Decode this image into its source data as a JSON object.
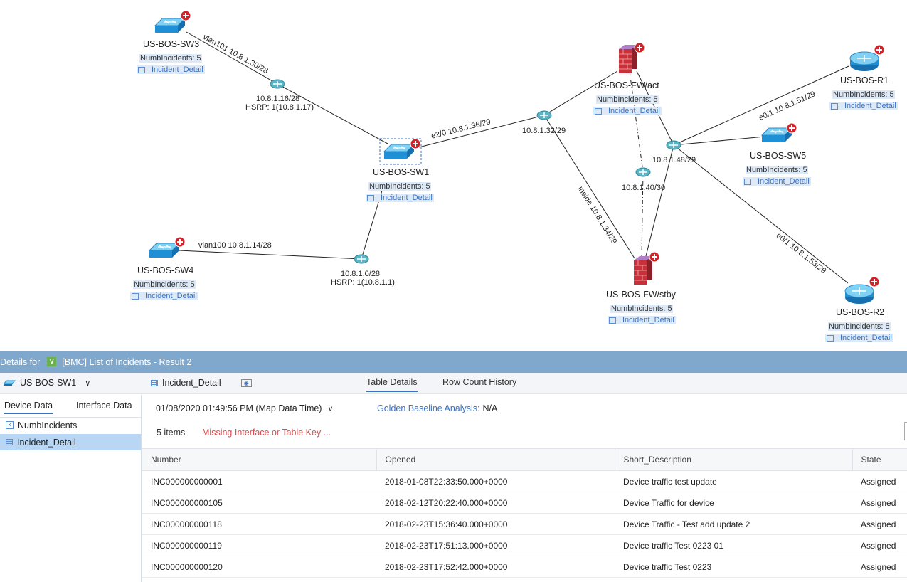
{
  "map": {
    "devices": [
      {
        "id": "sw3",
        "name": "US-BOS-SW3",
        "metric": "NumbIncidents: 5",
        "link": "Incident_Detail",
        "type": "switch"
      },
      {
        "id": "sw1",
        "name": "US-BOS-SW1",
        "metric": "NumbIncidents: 5",
        "link": "Incident_Detail",
        "type": "switch"
      },
      {
        "id": "sw4",
        "name": "US-BOS-SW4",
        "metric": "NumbIncidents: 5",
        "link": "Incident_Detail",
        "type": "switch"
      },
      {
        "id": "fwact",
        "name": "US-BOS-FW/act",
        "metric": "NumbIncidents: 5",
        "link": "Incident_Detail",
        "type": "firewall"
      },
      {
        "id": "fwstby",
        "name": "US-BOS-FW/stby",
        "metric": "NumbIncidents: 5",
        "link": "Incident_Detail",
        "type": "firewall"
      },
      {
        "id": "r1",
        "name": "US-BOS-R1",
        "metric": "NumbIncidents: 5",
        "link": "Incident_Detail",
        "type": "router"
      },
      {
        "id": "sw5",
        "name": "US-BOS-SW5",
        "metric": "NumbIncidents: 5",
        "link": "Incident_Detail",
        "type": "switch"
      },
      {
        "id": "r2",
        "name": "US-BOS-R2",
        "metric": "NumbIncidents: 5",
        "link": "Incident_Detail",
        "type": "router"
      }
    ],
    "labels": {
      "l_sw3": "vlan101 10.8.1.30/28",
      "l_sw4": "vlan100 10.8.1.14/28",
      "l_e20": "e2/0 10.8.1.36/29",
      "l_inside": "inside 10.8.1.34/29",
      "l_e01a": "e0/1 10.8.1.51/29",
      "l_e01b": "e0/1 10.8.1.53/29",
      "h1_a": "10.8.1.16/28",
      "h1_b": "HSRP: 1(10.8.1.17)",
      "h2_a": "10.8.1.0/28",
      "h2_b": "HSRP: 1(10.8.1.1)",
      "s32": "10.8.1.32/29",
      "s40": "10.8.1.40/30",
      "s48": "10.8.1.48/29"
    }
  },
  "details": {
    "prefix": "Details for",
    "badge": "V",
    "title": "[BMC] List of Incidents - Result 2"
  },
  "subheader": {
    "device": "US-BOS-SW1",
    "table": "Incident_Detail",
    "tabs": [
      "Table Details",
      "Row Count History"
    ]
  },
  "leftpane": {
    "tabs": [
      "Device Data",
      "Interface Data"
    ],
    "items": [
      "NumbIncidents",
      "Incident_Detail"
    ]
  },
  "rightpane": {
    "time": "01/08/2020 01:49:56 PM (Map Data Time)",
    "baseline_label": "Golden Baseline Analysis:",
    "baseline_value": "N/A",
    "count": "5 items",
    "warning": "Missing Interface or Table Key ...",
    "columns": [
      "Number",
      "Opened",
      "Short_Description",
      "State"
    ],
    "rows": [
      [
        "INC000000000001",
        "2018-01-08T22:33:50.000+0000",
        "Device traffic test update",
        "Assigned"
      ],
      [
        "INC000000000105",
        "2018-02-12T20:22:40.000+0000",
        "Device Traffic for device",
        "Assigned"
      ],
      [
        "INC000000000118",
        "2018-02-23T15:36:40.000+0000",
        "Device Traffic - Test add update 2",
        "Assigned"
      ],
      [
        "INC000000000119",
        "2018-02-23T17:51:13.000+0000",
        "Device traffic Test 0223 01",
        "Assigned"
      ],
      [
        "INC000000000120",
        "2018-02-23T17:52:42.000+0000",
        "Device traffic Test 0223",
        "Assigned"
      ]
    ]
  },
  "colors": {
    "accent": "#3a73c4",
    "header": "#80a8cc",
    "selected": "#b9d7f5",
    "warning": "#e04a4a"
  }
}
